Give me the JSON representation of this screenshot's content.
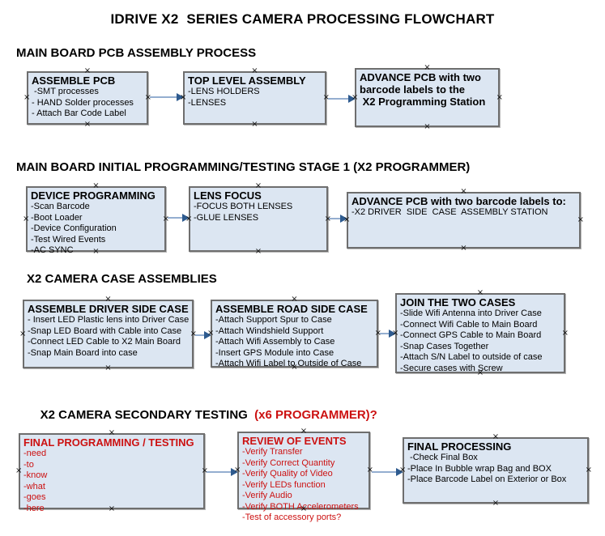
{
  "page_title": "IDRIVE X2  SERIES CAMERA PROCESSING FLOWCHART",
  "colors": {
    "box_fill": "#dce6f2",
    "box_border": "#6e6e6e",
    "red_text": "#cc1111",
    "connector_line": "#94aed0",
    "connector_arrowhead": "#2e5b8f"
  },
  "icons": {
    "connection_point": "×"
  },
  "sections": {
    "s1": {
      "heading": "MAIN BOARD PCB ASSEMBLY PROCESS"
    },
    "s2": {
      "heading": "MAIN BOARD INITIAL PROGRAMMING/TESTING STAGE 1 (X2 PROGRAMMER)"
    },
    "s3": {
      "heading": "X2 CAMERA CASE ASSEMBLIES"
    },
    "s4": {
      "heading_black": "X2 CAMERA SECONDARY TESTING  ",
      "heading_red": "(x6 PROGRAMMER)?"
    }
  },
  "boxes": {
    "assemble_pcb": {
      "title": "ASSEMBLE PCB",
      "items": [
        " -SMT processes",
        "- HAND Solder processes",
        "- Attach Bar Code Label"
      ]
    },
    "top_level_assembly": {
      "title": "TOP LEVEL ASSEMBLY",
      "items": [
        "-LENS HOLDERS",
        "-LENSES"
      ]
    },
    "advance_pcb_station": {
      "title_lines": [
        "ADVANCE PCB with two",
        "barcode labels to the",
        " X2 Programming Station"
      ]
    },
    "device_programming": {
      "title": "DEVICE PROGRAMMING",
      "items": [
        "-Scan Barcode",
        "-Boot Loader",
        "-Device Configuration",
        "-Test Wired Events",
        "-AC SYNC"
      ]
    },
    "lens_focus": {
      "title": "LENS FOCUS",
      "items": [
        "-FOCUS BOTH LENSES",
        "-GLUE LENSES"
      ]
    },
    "advance_pcb_driver": {
      "title": "ADVANCE PCB with two barcode labels to:",
      "items": [
        "-X2 DRIVER  SIDE  CASE  ASSEMBLY STATION"
      ]
    },
    "driver_side_case": {
      "title": "ASSEMBLE DRIVER SIDE CASE",
      "items": [
        "- Insert LED Plastic lens into Driver Case",
        "-Snap LED Board with Cable into Case",
        "-Connect LED Cable to X2 Main Board",
        "-Snap Main Board into case"
      ]
    },
    "road_side_case": {
      "title": "ASSEMBLE ROAD SIDE CASE",
      "items": [
        "-Attach Support Spur to Case",
        "-Attach Windshield Support",
        "-Attach Wifi Assembly to Case",
        "-Insert GPS Module into Case",
        "-Attach Wifi Label to Outside of Case"
      ]
    },
    "join_cases": {
      "title": "JOIN THE TWO CASES",
      "items": [
        "-Slide Wifi Antenna into Driver Case",
        "-Connect Wifi Cable to Main Board",
        "-Connect GPS Cable to Main Board",
        "-Snap Cases Together",
        "-Attach S/N Label to outside of case",
        "-Secure cases with Screw"
      ]
    },
    "final_programming": {
      "title": "FINAL PROGRAMMING / TESTING",
      "items": [
        "-need",
        "-to",
        "-know",
        "-what",
        "-goes",
        "-here"
      ]
    },
    "review_events": {
      "title": "REVIEW OF EVENTS",
      "items": [
        "-Verify Transfer",
        "-Verify Correct Quantity",
        "-Verify Quality of Video",
        "-Verify LEDs function",
        "-Verify Audio",
        "-Verify BOTH Accelerometers",
        "-Test of accessory ports?"
      ]
    },
    "final_processing": {
      "title": "FINAL PROCESSING",
      "items": [
        " -Check Final Box",
        "-Place In Bubble wrap Bag and BOX",
        "-Place Barcode Label on Exterior or Box"
      ]
    }
  }
}
